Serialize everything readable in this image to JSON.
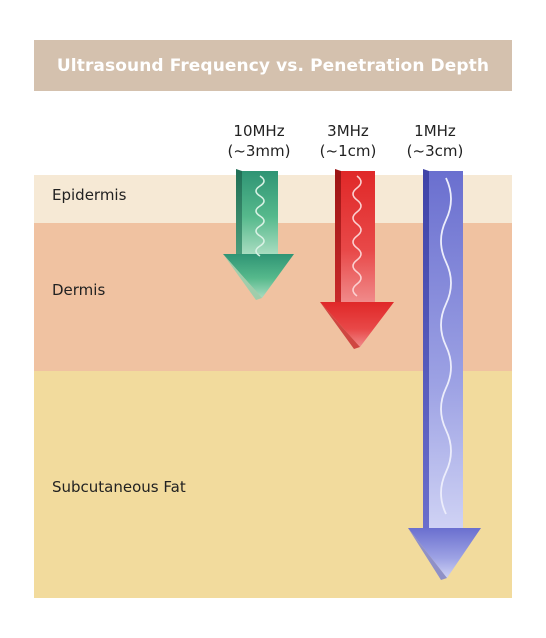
{
  "title": "Ultrasound Frequency vs. Penetration Depth",
  "layers": [
    {
      "label": "Epidermis",
      "color": "#f6e9d5"
    },
    {
      "label": "Dermis",
      "color": "#f0c2a1"
    },
    {
      "label": "Subcutaneous Fat",
      "color": "#f2db9d"
    }
  ],
  "arrows": [
    {
      "frequency": "10MHz",
      "depth": "(~3mm)",
      "color": "#3fae82"
    },
    {
      "frequency": "3MHz",
      "depth": "(~1cm)",
      "color": "#e63c3c"
    },
    {
      "frequency": "1MHz",
      "depth": "(~3cm)",
      "color": "#8a8fd8"
    }
  ]
}
